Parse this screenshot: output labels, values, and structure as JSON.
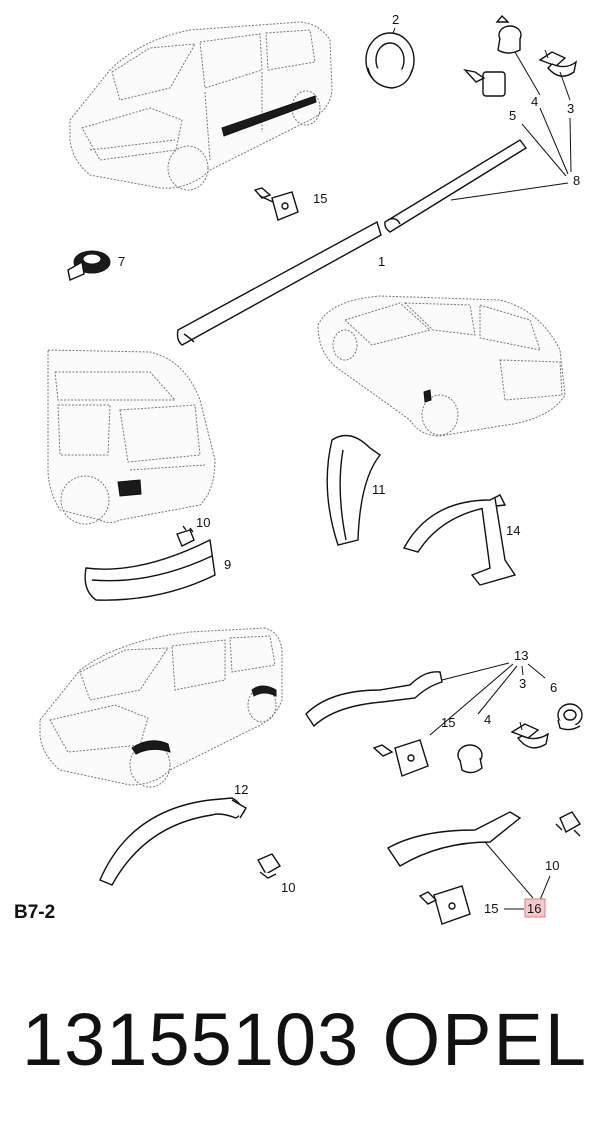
{
  "section_code": "B7-2",
  "footer": {
    "part_number": "13155103",
    "brand": "OPEL"
  },
  "callouts": {
    "c1": "1",
    "c2": "2",
    "c3a": "3",
    "c3b": "3",
    "c4a": "4",
    "c4b": "4",
    "c5": "5",
    "c6": "6",
    "c7": "7",
    "c8": "8",
    "c9": "9",
    "c10a": "10",
    "c10b": "10",
    "c10c": "10",
    "c11": "11",
    "c12": "12",
    "c13": "13",
    "c14": "14",
    "c15a": "15",
    "c15b": "15",
    "c15c": "15",
    "c16": "16"
  },
  "highlight": {
    "part": "16",
    "fill_color": "#f6c9cc",
    "border_color": "#e07b82"
  },
  "icons": [
    "car-zafira-top-icon",
    "car-astra-icon",
    "car-zafira-rear-icon",
    "car-zafira-bottom-icon"
  ]
}
